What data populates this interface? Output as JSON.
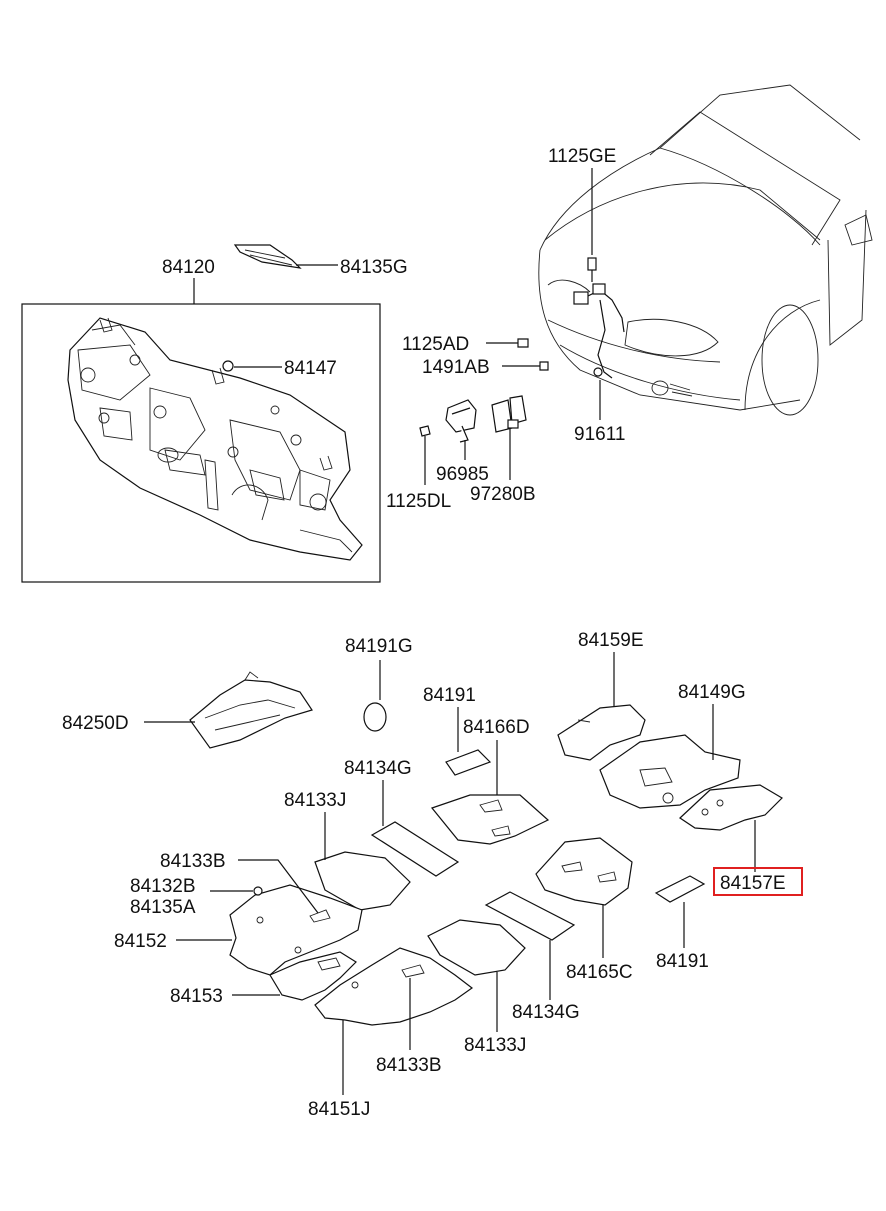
{
  "part_labels": {
    "p84120": "84120",
    "p84135G": "84135G",
    "p84147": "84147",
    "p1125GE": "1125GE",
    "p1125AD": "1125AD",
    "p1491AB": "1491AB",
    "p91611": "91611",
    "p96985": "96985",
    "p97280B": "97280B",
    "p1125DL": "1125DL",
    "p84191G": "84191G",
    "p84159E": "84159E",
    "p84149G": "84149G",
    "p84250D": "84250D",
    "p84191_top": "84191",
    "p84166D": "84166D",
    "p84134G_top": "84134G",
    "p84133J_top": "84133J",
    "p84133B_top": "84133B",
    "p84132B": "84132B",
    "p84135A": "84135A",
    "p84152": "84152",
    "p84153": "84153",
    "p84157E": "84157E",
    "p84191_bottom": "84191",
    "p84165C": "84165C",
    "p84134G_bottom": "84134G",
    "p84133J_bottom": "84133J",
    "p84133B_bottom": "84133B",
    "p84151J": "84151J"
  },
  "highlighted_part": "84157E",
  "colors": {
    "line": "#111111",
    "highlight": "#e02020",
    "background": "#ffffff"
  }
}
